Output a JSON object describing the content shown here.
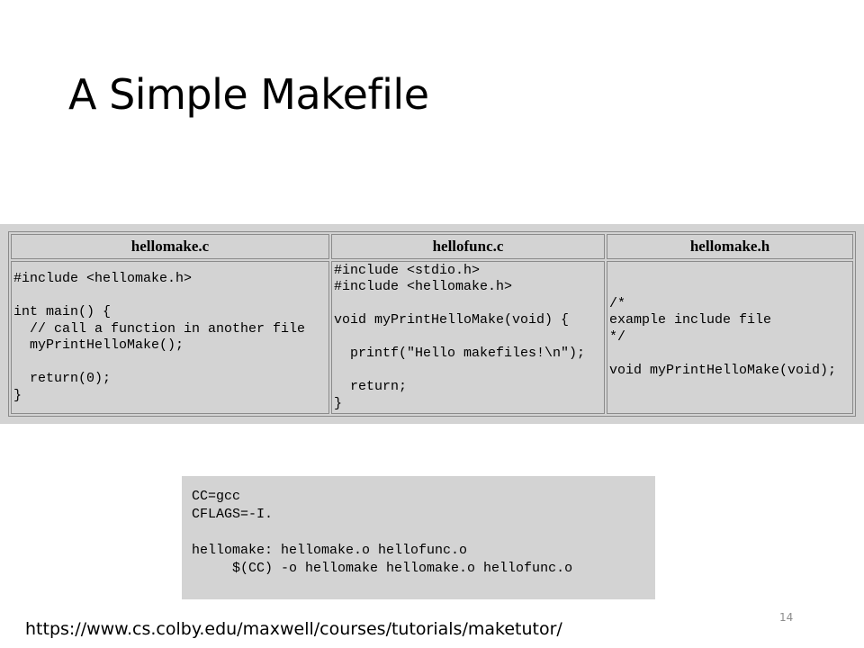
{
  "slide": {
    "title": "A Simple Makefile",
    "page_number": "14",
    "source_url": "https://www.cs.colby.edu/maxwell/courses/tutorials/maketutor/"
  },
  "code_table": {
    "headers": [
      "hellomake.c",
      "hellofunc.c",
      "hellomake.h"
    ],
    "cells": [
      "#include <hellomake.h>\n\nint main() {\n  // call a function in another file\n  myPrintHelloMake();\n\n  return(0);\n}",
      "#include <stdio.h>\n#include <hellomake.h>\n\nvoid myPrintHelloMake(void) {\n\n  printf(\"Hello makefiles!\\n\");\n\n  return;\n}",
      "/*\nexample include file\n*/\n\nvoid myPrintHelloMake(void);"
    ]
  },
  "makefile": {
    "code": "CC=gcc\nCFLAGS=-I.\n\nhellomake: hellomake.o hellofunc.o\n     $(CC) -o hellomake hellomake.o hellofunc.o"
  }
}
